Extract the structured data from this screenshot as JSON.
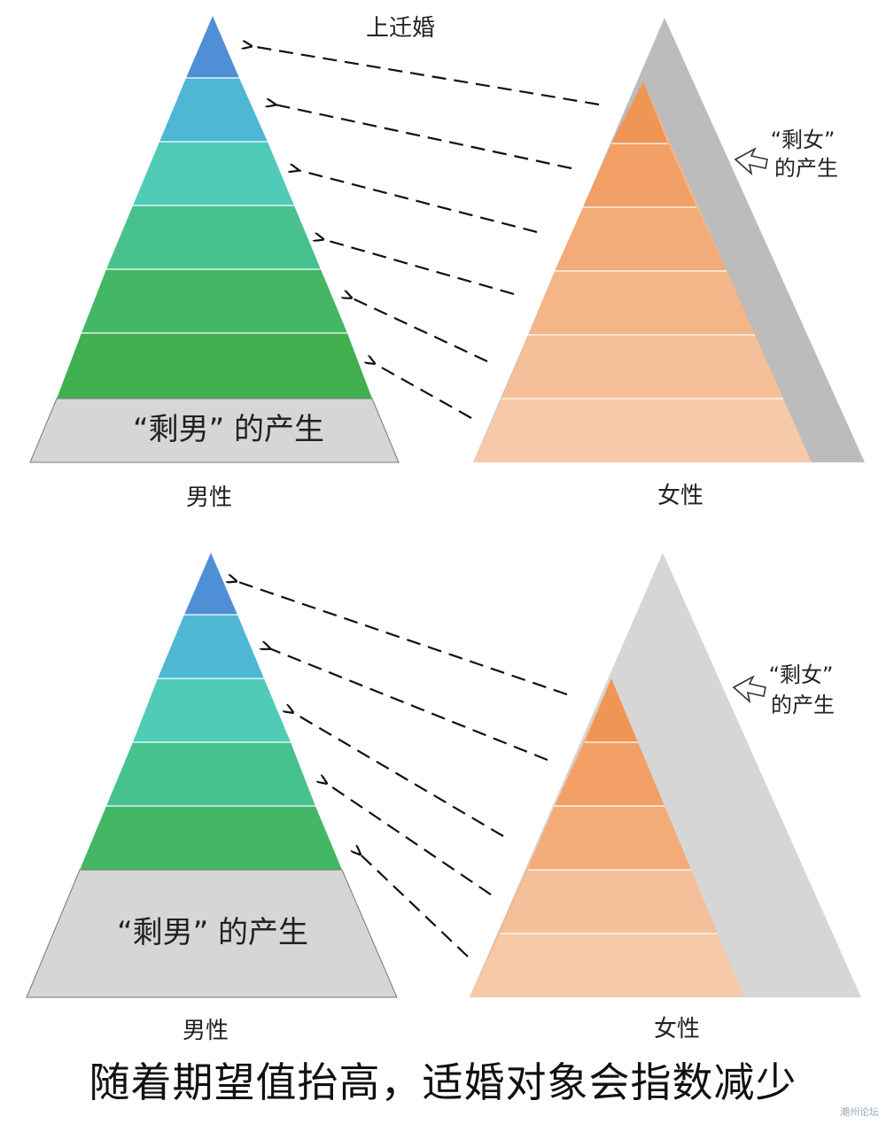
{
  "top_panel": {
    "arrow_label": "上迁婚",
    "male_base_label": "“剩男” 的产生",
    "female_side_label_line1": "“剩女”",
    "female_side_label_line2": "的产生",
    "male_axis_label": "男性",
    "female_axis_label": "女性"
  },
  "bottom_panel": {
    "male_base_label": "“剩男” 的产生",
    "female_side_label_line1": "“剩女”",
    "female_side_label_line2": "的产生",
    "male_axis_label": "男性",
    "female_axis_label": "女性"
  },
  "caption": "随着期望值抬高，适婚对象会指数减少",
  "watermark": "潮州论坛",
  "colors": {
    "male_tiers": [
      "#4f8fd6",
      "#4db7d4",
      "#4fcbb8",
      "#47c28e",
      "#43b766",
      "#3fb04d"
    ],
    "female_tiers": [
      "#f09654",
      "#f2a066",
      "#f3ab78",
      "#f4b589",
      "#f5bf99",
      "#f6c9a8"
    ],
    "excluded_gray": "#d6d6d6",
    "female_shadow_gray": "#bcbcbc",
    "arrow": "#111111"
  }
}
